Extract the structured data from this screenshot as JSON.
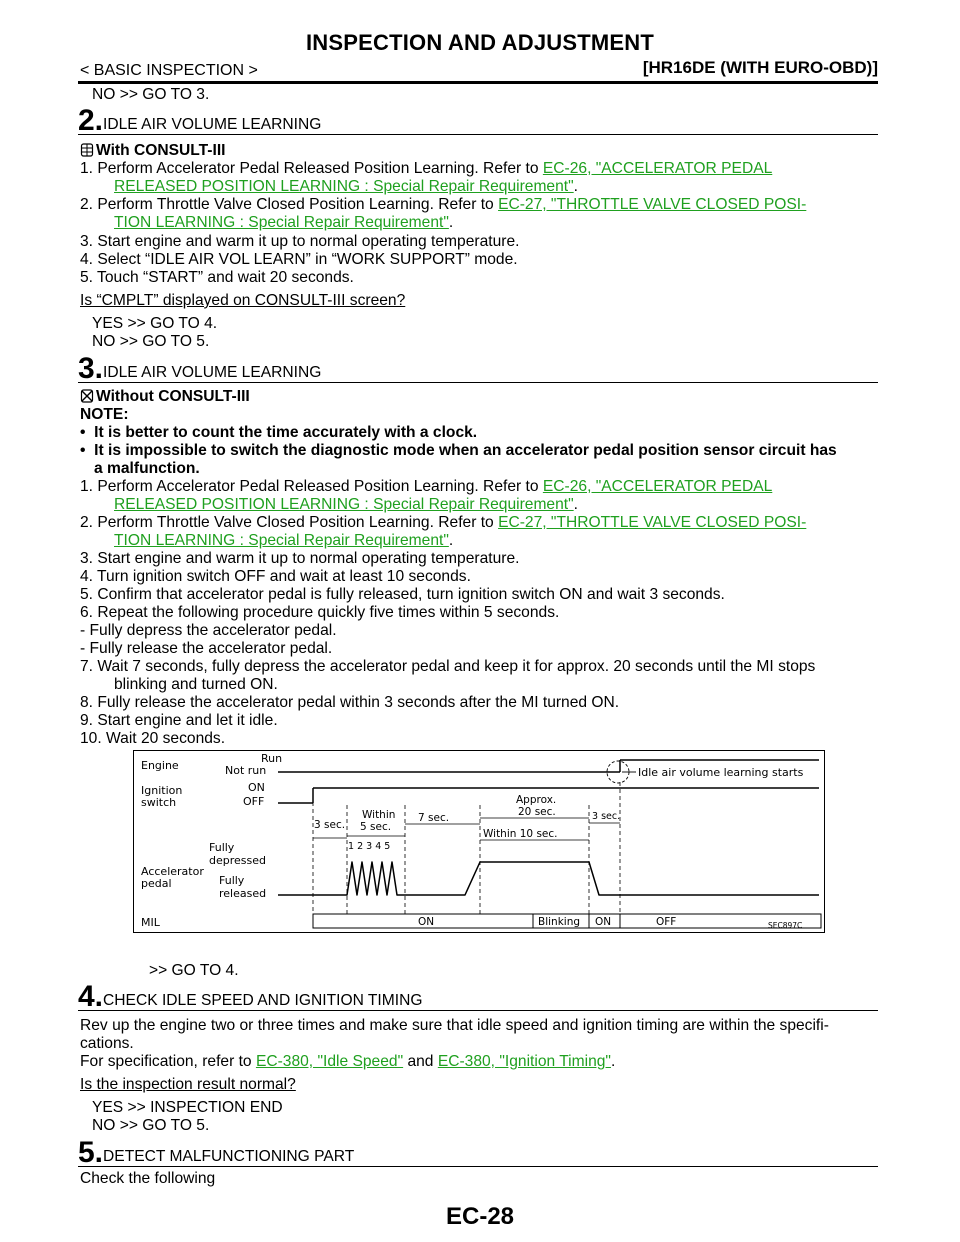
{
  "header": {
    "title": "INSPECTION AND ADJUSTMENT",
    "section": "< BASIC INSPECTION >",
    "model": "[HR16DE (WITH EURO-OBD)]"
  },
  "intro": {
    "no_line": "NO     >> GO TO 3."
  },
  "step2": {
    "num": "2.",
    "title": "IDLE AIR VOLUME LEARNING",
    "mode_icon": "consult-iii-icon",
    "mode": "With CONSULT-III",
    "item1_text": "1.  Perform Accelerator Pedal Released Position Learning. Refer to ",
    "item1_link_a": "EC-26, \"ACCELERATOR PEDAL",
    "item1_link_b": "RELEASED POSITION LEARNING : Special Repair Requirement\"",
    "item2_text": "2.  Perform Throttle Valve Closed Position Learning. Refer to ",
    "item2_link_a": "EC-27, \"THROTTLE VALVE CLOSED POSI-",
    "item2_link_b": "TION LEARNING : Special Repair Requirement\"",
    "item3": "3.  Start engine and warm it up to normal operating temperature.",
    "item4": "4.  Select “IDLE AIR VOL LEARN” in “WORK SUPPORT” mode.",
    "item5": "5.  Touch “START” and wait 20 seconds.",
    "question": "Is “CMPLT” displayed on CONSULT-III screen?",
    "yes": "YES    >> GO TO 4.",
    "no": "NO      >> GO TO 5."
  },
  "step3": {
    "num": "3.",
    "title": "IDLE AIR VOLUME LEARNING",
    "mode_icon": "no-consult-icon",
    "mode": "Without CONSULT-III",
    "note_label": "NOTE:",
    "note1": "It is better to count the time accurately with a clock.",
    "note2a": "It is impossible to switch the diagnostic mode when an accelerator pedal position sensor circuit has",
    "note2b": "a malfunction.",
    "item1_text": "1.  Perform Accelerator Pedal Released Position Learning. Refer to ",
    "item1_link_a": "EC-26, \"ACCELERATOR PEDAL",
    "item1_link_b": "RELEASED POSITION LEARNING : Special Repair Requirement\"",
    "item2_text": "2.  Perform Throttle Valve Closed Position Learning. Refer to ",
    "item2_link_a": "EC-27, \"THROTTLE VALVE CLOSED POSI-",
    "item2_link_b": "TION LEARNING : Special Repair Requirement\"",
    "item3": "3.  Start engine and warm it up to normal operating temperature.",
    "item4": "4.  Turn ignition switch OFF and wait at least 10 seconds.",
    "item5": "5.  Confirm that accelerator pedal is fully released, turn ignition switch ON and wait 3 seconds.",
    "item6": "6.  Repeat the following procedure quickly five times within 5 seconds.",
    "sub1": "-   Fully depress the accelerator pedal.",
    "sub2": "-   Fully release the accelerator pedal.",
    "item7a": "7.  Wait 7 seconds, fully depress the accelerator pedal and keep it for approx. 20 seconds until the MI stops",
    "item7b": "blinking and turned ON.",
    "item8": "8.  Fully release the accelerator pedal within 3 seconds after the MI turned ON.",
    "item9": "9.  Start engine and let it idle.",
    "item10": "10.  Wait 20 seconds.",
    "goto": ">> GO TO 4."
  },
  "diagram": {
    "engine": "Engine",
    "run": "Run",
    "not_run": "Not run",
    "ignition": "Ignition",
    "switch": "switch",
    "on": "ON",
    "off": "OFF",
    "fully": "Fully",
    "depressed": "depressed",
    "accelerator": "Accelerator",
    "pedal": "pedal",
    "released": "released",
    "mil": "MIL",
    "learning_starts": "Idle air volume learning starts",
    "three_sec": "3 sec.",
    "within": "Within",
    "five_sec": "5 sec.",
    "seven_sec": "7 sec.",
    "approx": "Approx.",
    "twenty_sec": "20 sec.",
    "within_ten": "Within 10 sec.",
    "three_sec_b": "3 sec.",
    "count": "1 2 3 4 5",
    "mil_on": "ON",
    "mil_blinking": "Blinking",
    "mil_on2": "ON",
    "mil_off": "OFF",
    "code": "SEC897C"
  },
  "step4": {
    "num": "4.",
    "title": "CHECK IDLE SPEED AND IGNITION TIMING",
    "text1": "Rev up the engine two or three times and make sure that idle speed and ignition timing are within the specifi-",
    "text2": "cations.",
    "spec_prefix": "For specification, refer to ",
    "link1": "EC-380, \"Idle Speed\"",
    "and": " and ",
    "link2": "EC-380, \"Ignition Timing\"",
    "period": ".",
    "question": "Is the inspection result normal?",
    "yes": "YES    >> INSPECTION END",
    "no": "NO      >> GO TO 5."
  },
  "step5": {
    "num": "5.",
    "title": "DETECT MALFUNCTIONING PART",
    "text": "Check the following"
  },
  "footer": {
    "page": "EC-28"
  }
}
